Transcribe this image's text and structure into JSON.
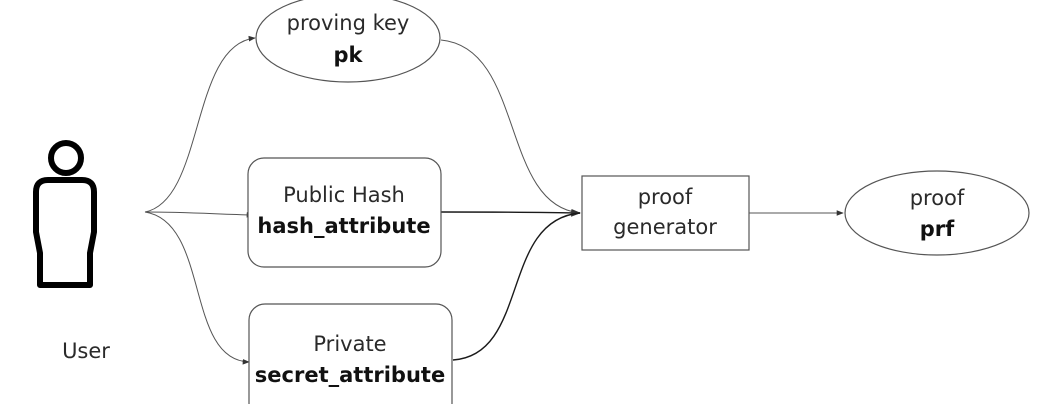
{
  "user": {
    "label": "User"
  },
  "nodes": {
    "proving_key": {
      "line1": "proving key",
      "line2": "pk"
    },
    "public_hash": {
      "line1": "Public Hash",
      "line2": "hash_attribute"
    },
    "private": {
      "line1": "Private",
      "line2": "secret_attribute"
    },
    "proof_generator": {
      "line1": "proof",
      "line2": "generator"
    },
    "proof": {
      "line1": "proof",
      "line2": "prf"
    }
  },
  "icons": {
    "user": "user-icon"
  }
}
